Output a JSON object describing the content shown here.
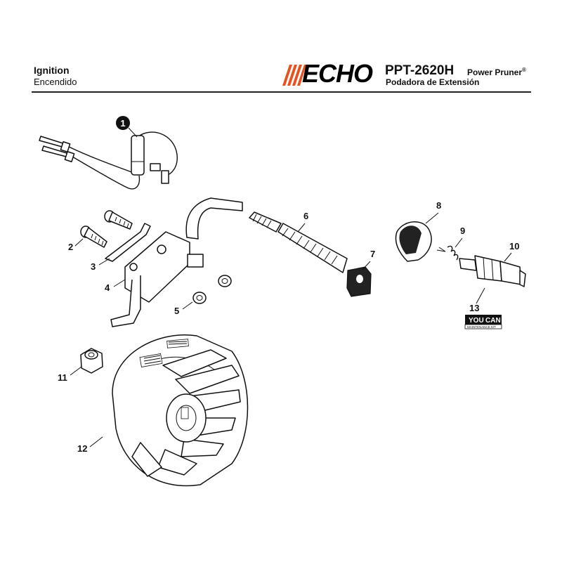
{
  "header": {
    "title": "Ignition",
    "subtitle": "Encendido",
    "brand": "ECHO",
    "brand_color": "#e8501e",
    "model": "PPT-2620H",
    "model_name": "Power Pruner",
    "model_name_mark": "®",
    "model_subtitle": "Podadora de Extensión"
  },
  "callouts": {
    "c1": "1",
    "c2": "2",
    "c3": "3",
    "c4": "4",
    "c5": "5",
    "c6": "6",
    "c7": "7",
    "c8": "8",
    "c9": "9",
    "c10": "10",
    "c11": "11",
    "c12": "12",
    "c13": "13"
  },
  "badge": {
    "top": "YOU",
    "top_right": "CAN",
    "bottom": "MAINTENANCE KIT"
  }
}
